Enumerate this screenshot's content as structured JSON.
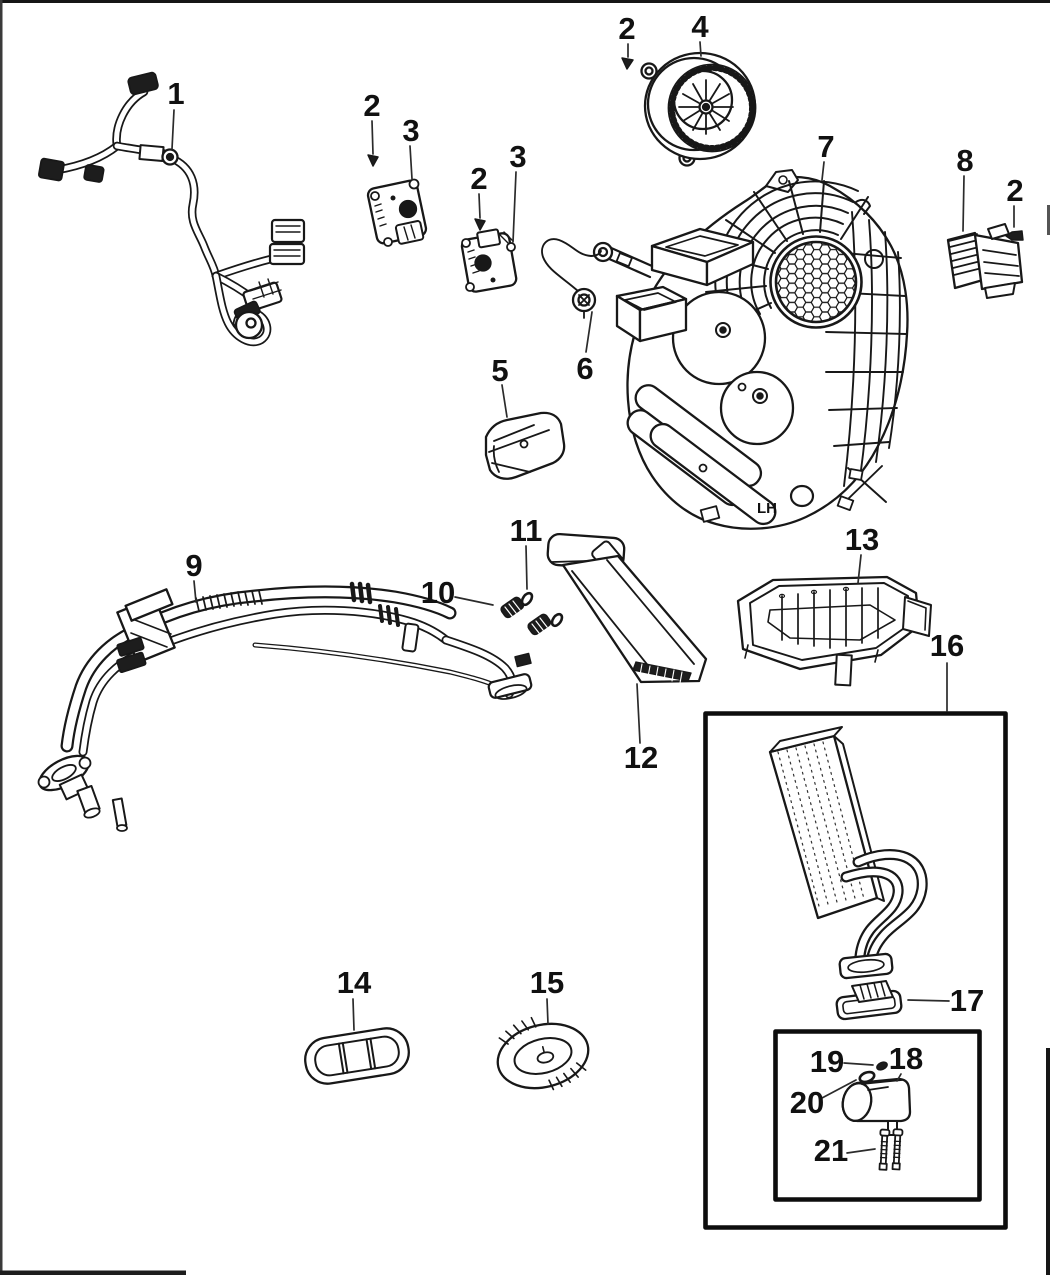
{
  "page": {
    "kind": "service-parts-diagram",
    "background": "#ffffff",
    "line_color": "#181818",
    "border_color": "#161616",
    "marking_lh": "LH"
  },
  "callouts": {
    "c1": "1",
    "c2a": "2",
    "c3a": "3",
    "c2b": "2",
    "c3b": "3",
    "c2c": "2",
    "c4": "4",
    "c5": "5",
    "c6": "6",
    "c7": "7",
    "c8": "8",
    "c2d": "2",
    "c9": "9",
    "c10": "10",
    "c11": "11",
    "c12": "12",
    "c13": "13",
    "c14": "14",
    "c15": "15",
    "c16": "16",
    "c17": "17",
    "c18": "18",
    "c19": "19",
    "c20": "20",
    "c21": "21"
  }
}
